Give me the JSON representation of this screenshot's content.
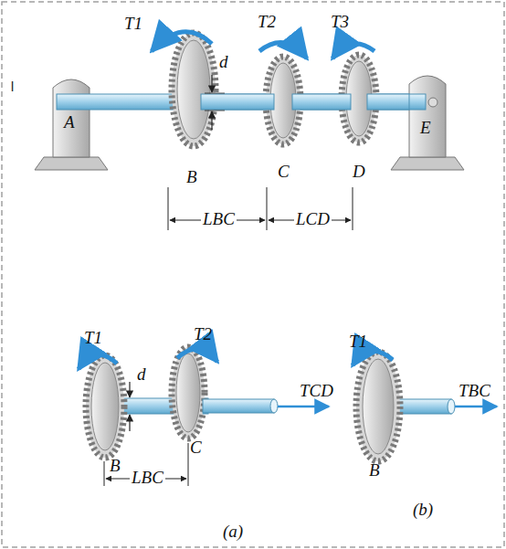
{
  "diagram": {
    "labels": [
      "l",
      "T1",
      "T2",
      "T3",
      "d",
      "A",
      "B",
      "C",
      "D",
      "E",
      "LBC",
      "LCD",
      "T1",
      "T2",
      "d",
      "TCD",
      "LBC",
      "B",
      "C",
      "(a)",
      "T1",
      "TBC",
      "B",
      "(b)"
    ]
  }
}
